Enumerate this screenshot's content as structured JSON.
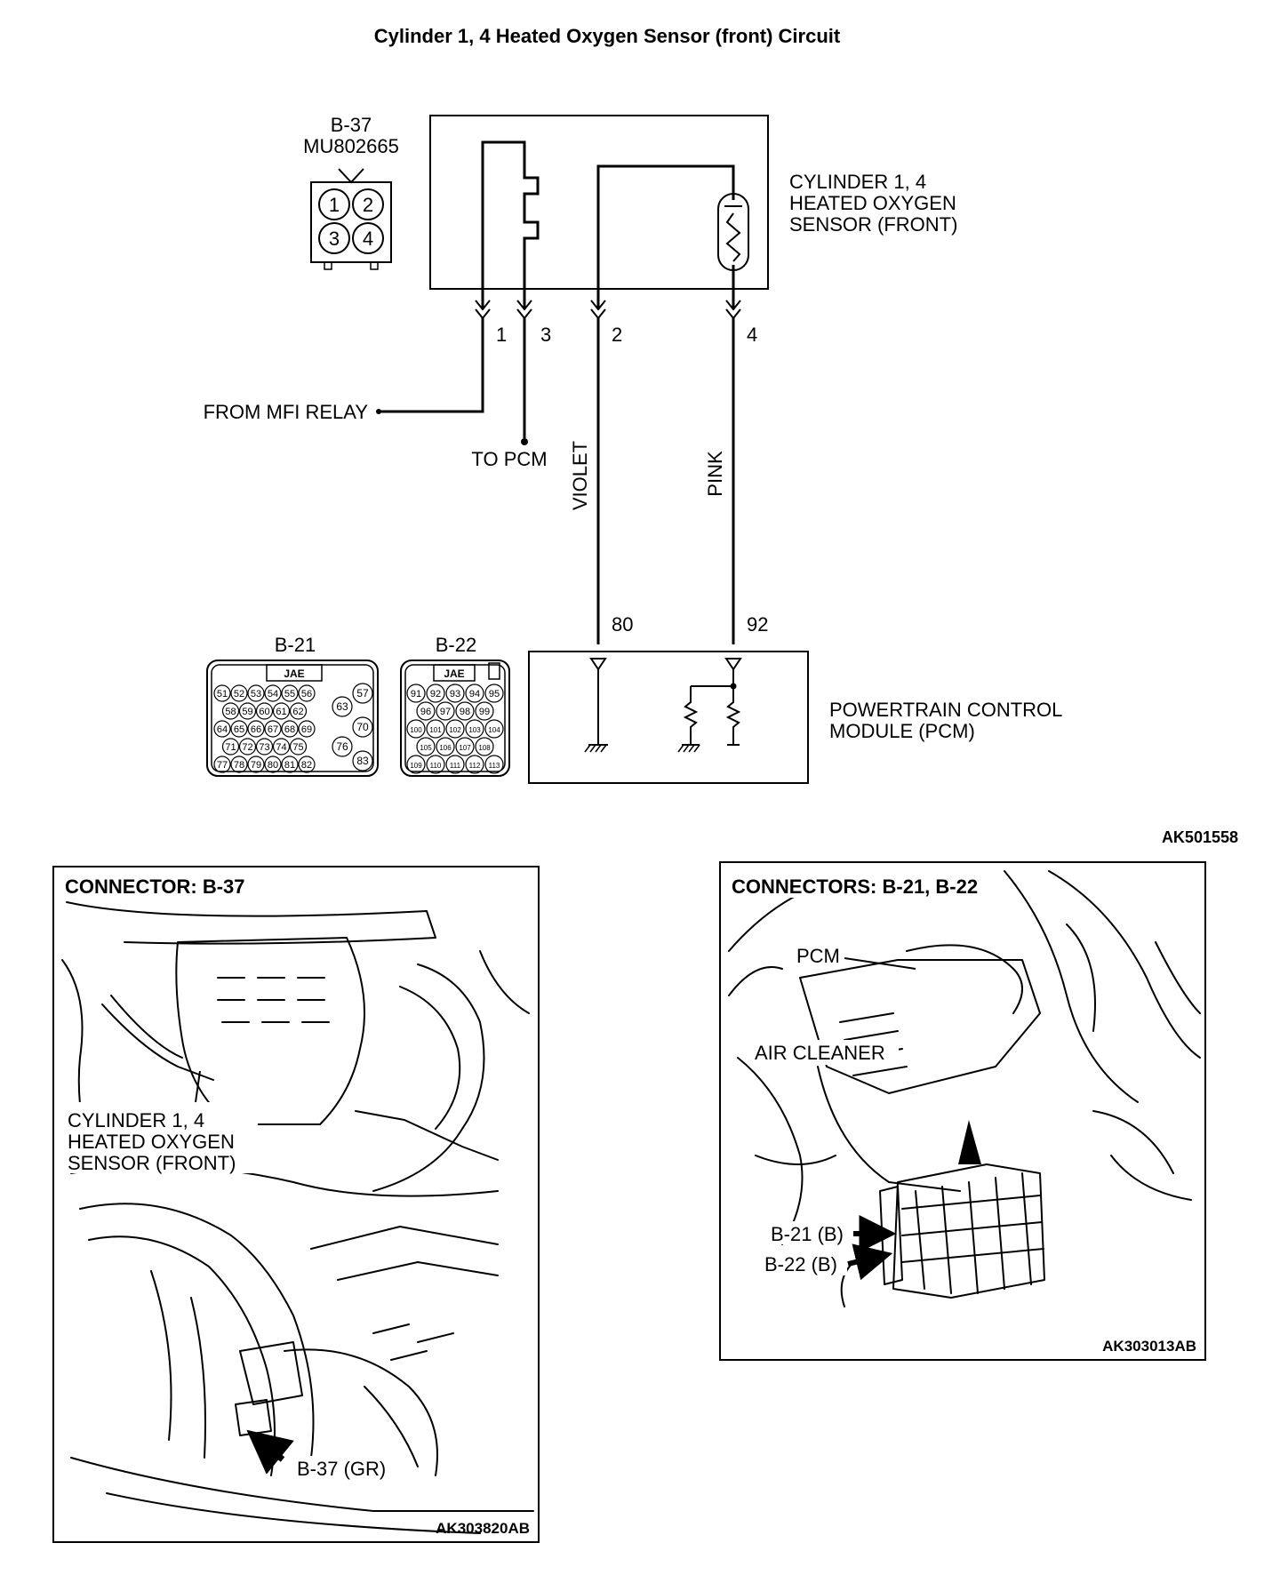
{
  "title": "Cylinder 1, 4 Heated Oxygen Sensor (front) Circuit",
  "sensor_connector": {
    "id": "B-37",
    "part_number": "MU802665",
    "pins": [
      "1",
      "2",
      "3",
      "4"
    ]
  },
  "sensor_label": [
    "CYLINDER 1, 4",
    "HEATED OXYGEN",
    "SENSOR (FRONT)"
  ],
  "wires": {
    "pin1": "1",
    "pin3": "3",
    "pin2": "2",
    "pin4": "4",
    "from_mfi_relay": "FROM MFI RELAY",
    "to_pcm": "TO PCM",
    "violet": "VIOLET",
    "pink": "PINK",
    "pcm_pin_80": "80",
    "pcm_pin_92": "92"
  },
  "pcm_connectors": {
    "b21": {
      "id": "B-21",
      "brand": "JAE",
      "rows": [
        [
          "51",
          "52",
          "53",
          "54",
          "55",
          "56"
        ],
        [
          "58",
          "59",
          "60",
          "61",
          "62"
        ],
        [
          "64",
          "65",
          "66",
          "67",
          "68",
          "69"
        ],
        [
          "71",
          "72",
          "73",
          "74",
          "75"
        ],
        [
          "77",
          "78",
          "79",
          "80",
          "81",
          "82"
        ]
      ],
      "side": [
        "57",
        "63",
        "70",
        "76",
        "83"
      ]
    },
    "b22": {
      "id": "B-22",
      "brand": "JAE",
      "rows": [
        [
          "91",
          "92",
          "93",
          "94",
          "95"
        ],
        [
          "96",
          "97",
          "98",
          "99"
        ],
        [
          "100",
          "101",
          "102",
          "103",
          "104"
        ],
        [
          "105",
          "106",
          "107",
          "108"
        ],
        [
          "109",
          "110",
          "111",
          "112",
          "113"
        ]
      ]
    }
  },
  "pcm_label": [
    "POWERTRAIN CONTROL",
    "MODULE (PCM)"
  ],
  "diagram_code": "AK501558",
  "left_panel": {
    "title": "CONNECTOR: B-37",
    "sensor_label": [
      "CYLINDER 1, 4",
      "HEATED OXYGEN",
      "SENSOR (FRONT)"
    ],
    "callout": "B-37 (GR)",
    "code": "AK303820AB"
  },
  "right_panel": {
    "title": "CONNECTORS: B-21, B-22",
    "pcm": "PCM",
    "air_cleaner": "AIR CLEANER",
    "callout_1": "B-21 (B)",
    "callout_2": "B-22 (B)",
    "code": "AK303013AB"
  }
}
